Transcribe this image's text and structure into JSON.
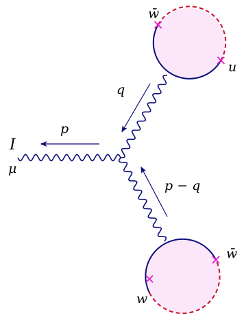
{
  "colors": {
    "line": "#0b0f78",
    "dashed": "#c8102e",
    "fill": "#fbe6fa",
    "cross": "#e01ec8",
    "text": "#000000"
  },
  "labels": {
    "I": "I",
    "mu": "μ",
    "p": "p",
    "q": "q",
    "p_minus_q": "p − q",
    "wbar_top": "w̄",
    "u": "u",
    "wbar_bottom": "w̄",
    "w": "w"
  },
  "markers": {
    "top_loop": [
      "cross-marker",
      "cross-marker"
    ],
    "bottom_loop": [
      "cross-marker",
      "cross-marker"
    ]
  }
}
